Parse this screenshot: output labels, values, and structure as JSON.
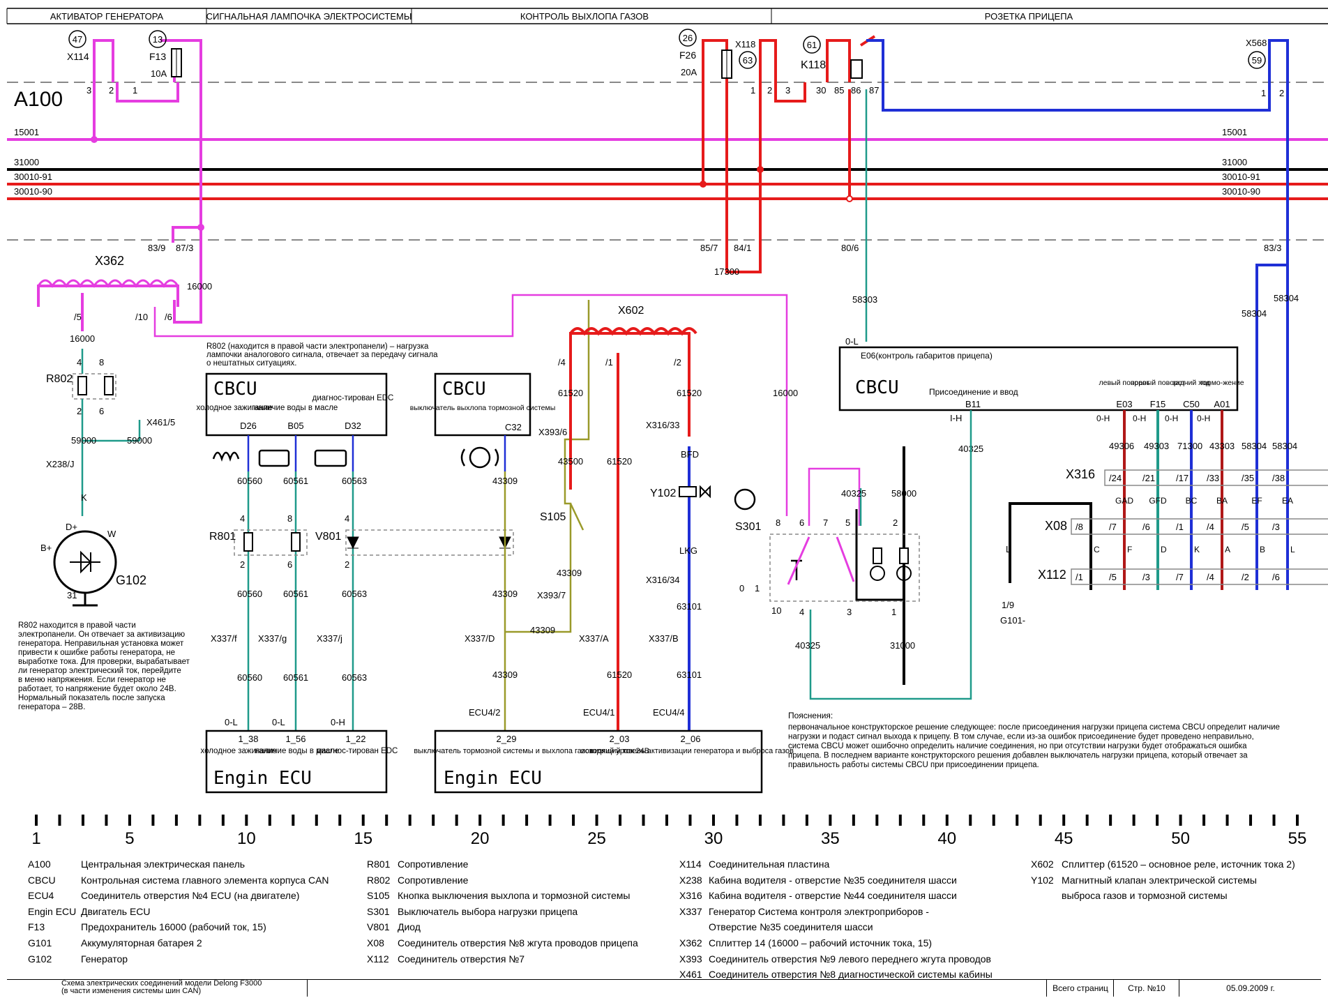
{
  "headers": [
    "АКТИВАТОР ГЕНЕРАТОРА",
    "СИГНАЛЬНАЯ ЛАМПОЧКА ЭЛЕКТРОСИСТЕМЫ",
    "КОНТРОЛЬ ВЫХЛОПА ГАЗОВ",
    "РОЗЕТКА ПРИЦЕПА"
  ],
  "panel_label": "A100",
  "bus_lines": [
    {
      "code": "15001",
      "color": "#e53de0"
    },
    {
      "code": "31000",
      "color": "#000000"
    },
    {
      "code": "30010-91",
      "color": "#e61b1b"
    },
    {
      "code": "30010-90",
      "color": "#e61b1b"
    }
  ],
  "wire_colors": {
    "magenta": "#e53de0",
    "red": "#e61b1b",
    "blue": "#1f2fd6",
    "teal": "#1f9a8a",
    "olive": "#9a9a2a",
    "black": "#000000"
  },
  "labels": {
    "c47": "47",
    "x114": "X114",
    "c13": "13",
    "f13": "F13",
    "f13_rating": "10A",
    "p3": "3",
    "p2": "2",
    "p1": "1",
    "c26": "26",
    "f26": "F26",
    "f26_rating": "20A",
    "x118": "X118",
    "c63": "63",
    "c61": "61",
    "k118": "K118",
    "k30": "30",
    "k85": "85",
    "k86": "86",
    "k87": "87",
    "x118_1": "1",
    "x118_2": "2",
    "x118_3": "3",
    "x568": "X568",
    "c59": "59",
    "x568_1": "1",
    "x568_2": "2",
    "w83_9": "83/9",
    "w87_3": "87/3",
    "w16000": "16000",
    "x362": "X362",
    "x362_5": "/5",
    "x362_10": "/10",
    "x362_6": "/6",
    "w16000b": "16000",
    "r802": "R802",
    "r802_4": "4",
    "r802_8": "8",
    "r802_2": "2",
    "r802_6": "6",
    "w59000a": "59000",
    "w59000b": "59000",
    "x461": "X461/5",
    "x238j": "X238/J",
    "k": "K",
    "dplus": "D+",
    "w": "W",
    "bplus": "B+",
    "g102": "G102",
    "g31": "31",
    "r802_note": "R802 (находится в правой части электропанели) – нагрузка лампочки аналогового сигнала, отвечает за передачу сигнала о нештатных ситуациях.",
    "cbcu": "CBCU",
    "d26_text": "холодное зажигание",
    "d26": "D26",
    "b05_text": "наличие воды в масле",
    "b05": "B05",
    "d32_text": "диагнос-тирован EDC",
    "d32": "D32",
    "c32_text": "выключатель выхлопа тормозной системы",
    "c32": "C32",
    "w60560": "60560",
    "w60561": "60561",
    "w60563": "60563",
    "w43309": "43309",
    "r801": "R801",
    "v801": "V801",
    "p4": "4",
    "p8": "8",
    "p2b": "2",
    "p6": "6",
    "x337f": "X337/f",
    "x337g": "X337/g",
    "x337j": "X337/j",
    "x337d": "X337/D",
    "x337a": "X337/A",
    "x337b": "X337/B",
    "s105": "S105",
    "x393_6": "X393/6",
    "x393_7": "X393/7",
    "w43500": "43500",
    "w61520": "61520",
    "x602": "X602",
    "x602_4": "/4",
    "x602_1": "/1",
    "x602_2": "/2",
    "x316_33": "X316/33",
    "bfd": "BFD",
    "y102": "Y102",
    "lkg": "LKG",
    "x316_34": "X316/34",
    "w63101": "63101",
    "ecu4_2": "ECU4/2",
    "ecu4_1": "ECU4/1",
    "ecu4_4": "ECU4/4",
    "ecu_1_38": "1_38",
    "ecu_1_38_t": "холодное зажигание",
    "ecu_1_56": "1_56",
    "ecu_1_56_t": "наличие воды в масле",
    "ecu_1_22": "1_22",
    "ecu_1_22_t": "диагнос-тирован EDC",
    "ecu_2_29": "2_29",
    "ecu_2_29_t": "выключатель тормозной системы и выхлопа газов",
    "ecu_2_03": "2_03",
    "ecu_2_03_t": "исходящий ток 24В",
    "ecu_2_06": "2_06",
    "ecu_2_06_t": "низкий уровень активизации генератора и выброса газов",
    "engin_ecu": "Engin ECU",
    "ol": "0-L",
    "oh": "0-H",
    "g_note": "R802 находится в правой части электропанели. Он отвечает за активизацию генератора. Неправильная установка может привести к ошибке работы генератора, не выработке тока. Для проверки, вырабатывает ли генератор электрический ток, перейдите в меню напряжения. Если генератор не работает, то напряжение будет около 24В. Нормальный показатель после запуска генератора – 28В.",
    "w85_7": "85/7",
    "w84_1": "84/1",
    "w17300": "17300",
    "w80_6": "80/6",
    "w58303": "58303",
    "w83_3": "83/3",
    "w58304": "58304",
    "e06": "E06(контроль габаритов прицепа)",
    "b11_text": "Присоединение и ввод",
    "b11": "B11",
    "ih": "I-H",
    "w40325": "40325",
    "e03_t": "левый поворот",
    "e03": "E03",
    "f15_t": "правый поворот",
    "f15": "F15",
    "c50_t": "задний ход",
    "c50": "C50",
    "a01_t": "тормо-жение",
    "a01": "A01",
    "w49306": "49306",
    "w49303": "49303",
    "w71300": "71300",
    "w43303": "43303",
    "x316": "X316",
    "x08": "X08",
    "x112": "X112",
    "x316_pins": [
      "/24",
      "/21",
      "/17",
      "/33",
      "/35",
      "/38"
    ],
    "x08_pins": [
      "/8",
      "/7",
      "/6",
      "/1",
      "/4",
      "/5",
      "/3"
    ],
    "x112_pins": [
      "/1",
      "/5",
      "/3",
      "/7",
      "/4",
      "/2",
      "/6"
    ],
    "trailer_codes": [
      "GAD",
      "GFD",
      "BC",
      "BA",
      "EF",
      "EA"
    ],
    "trailer_letters": [
      "C",
      "F",
      "D",
      "K",
      "A",
      "B",
      "L"
    ],
    "s301": "S301",
    "w16000c": "16000",
    "w58000": "58000",
    "w31000": "31000",
    "s301_pins": [
      "8",
      "6",
      "7",
      "5",
      "2",
      "10",
      "4",
      "3",
      "1"
    ],
    "s301_0": "0",
    "s301_1": "1",
    "g101": "G101-",
    "g101_pin": "1/9",
    "g101_l": "L",
    "note_title": "Пояснения:",
    "note_body": "первоначальное конструкторское решение следующее: после присоединения нагрузки прицепа система CBCU определит наличие нагрузки и подаст сигнал выхода к прицепу. В том случае, если из-за ошибок присоединение будет проведено неправильно, система CBCU может ошибочно определить наличие соединения, но при отсутствии нагрузки будет отображаться ошибка прицепа. В последнем варианте конструкторского решения добавлен выключатель нагрузки прицепа, который отвечает за правильность работы системы CBCU при присоединении прицепа."
  },
  "scale_numbers": [
    "1",
    "5",
    "10",
    "15",
    "20",
    "25",
    "30",
    "35",
    "40",
    "45",
    "50",
    "55"
  ],
  "legend": [
    [
      {
        "code": "A100",
        "text": "Центральная электрическая панель"
      },
      {
        "code": "CBCU",
        "text": "Контрольная система главного элемента корпуса CAN"
      },
      {
        "code": "ECU4",
        "text": "Соединитель отверстия №4 ECU (на двигателе)"
      },
      {
        "code": "Engin ECU",
        "text": "Двигатель ECU"
      },
      {
        "code": "F13",
        "text": "Предохранитель 16000 (рабочий ток, 15)"
      },
      {
        "code": "G101",
        "text": "Аккумуляторная батарея 2"
      },
      {
        "code": "G102",
        "text": "Генератор"
      }
    ],
    [
      {
        "code": "R801",
        "text": "Сопротивление"
      },
      {
        "code": "R802",
        "text": "Сопротивление"
      },
      {
        "code": "S105",
        "text": "Кнопка выключения выхлопа и тормозной системы"
      },
      {
        "code": "S301",
        "text": "Выключатель выбора нагрузки прицепа"
      },
      {
        "code": "V801",
        "text": "Диод"
      },
      {
        "code": "X08",
        "text": "Соединитель отверстия №8 жгута проводов прицепа"
      },
      {
        "code": "X112",
        "text": "Соединитель отверстия №7"
      }
    ],
    [
      {
        "code": "X114",
        "text": "Соединительная пластина"
      },
      {
        "code": "X238",
        "text": "Кабина водителя - отверстие №35 соединителя шасси"
      },
      {
        "code": "X316",
        "text": "Кабина водителя - отверстие №44 соединителя шасси"
      },
      {
        "code": "X337",
        "text": "Генератор Система контроля электроприборов -"
      },
      {
        "code": "",
        "text": "Отверстие №35 соединителя шасси"
      },
      {
        "code": "X362",
        "text": "Сплиттер 14 (16000 – рабочий источник тока, 15)"
      },
      {
        "code": "X393",
        "text": "Соединитель отверстия №9 левого переднего жгута проводов"
      },
      {
        "code": "X461",
        "text": "Соединитель отверстия №8 диагностической системы кабины"
      }
    ],
    [
      {
        "code": "X602",
        "text": "Сплиттер (61520 – основное реле, источник тока 2)"
      },
      {
        "code": "Y102",
        "text": "Магнитный клапан электрической системы"
      },
      {
        "code": "",
        "text": "выброса газов и тормозной системы"
      }
    ]
  ],
  "footer": {
    "title_line1": "Схема электрических соединений модели Delong F3000",
    "title_line2": "(в части изменения системы шин CAN)",
    "total_pages": "Всего страниц",
    "page": "Стр. №10",
    "date": "05.09.2009 г."
  }
}
